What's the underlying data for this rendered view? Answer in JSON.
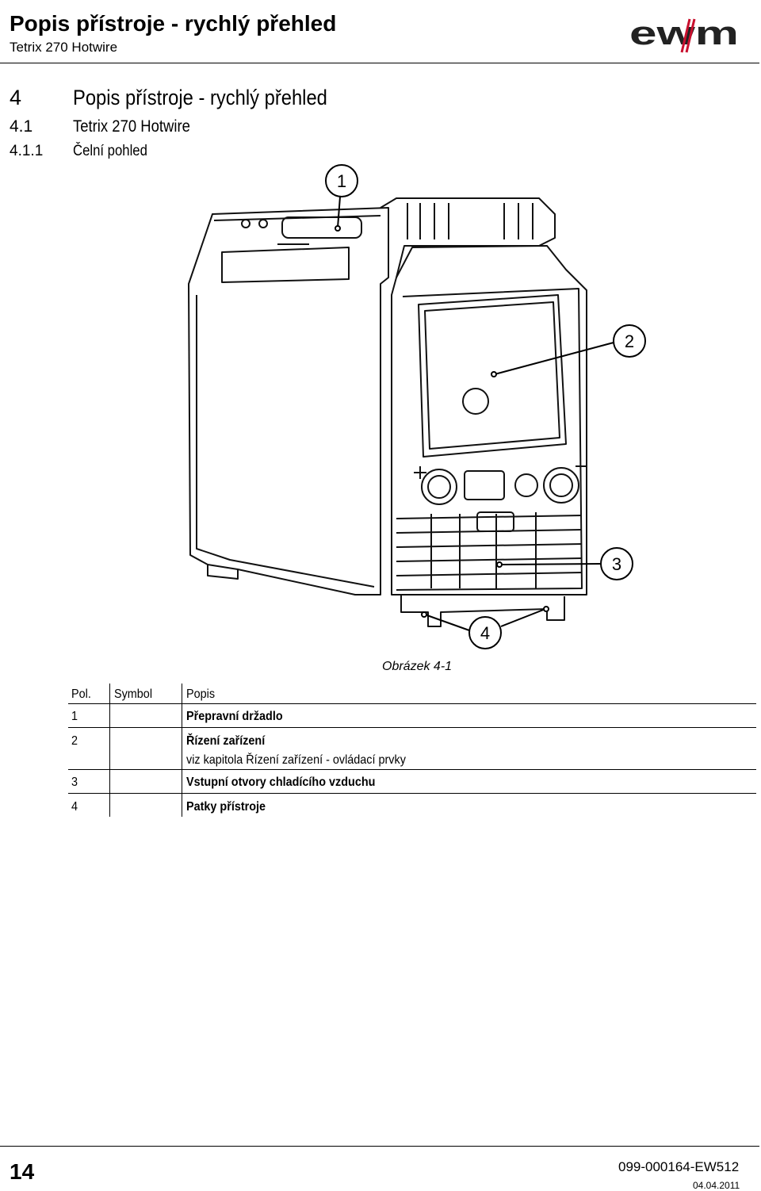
{
  "header": {
    "title": "Popis přístroje - rychlý přehled",
    "subtitle": "Tetrix 270 Hotwire",
    "logo_text": "ewm"
  },
  "sections": {
    "h1": {
      "number": "4",
      "title": "Popis přístroje - rychlý přehled"
    },
    "h2": {
      "number": "4.1",
      "title": "Tetrix 270 Hotwire"
    },
    "h3": {
      "number": "4.1.1",
      "title": "Čelní pohled"
    }
  },
  "figure": {
    "callouts": [
      "1",
      "2",
      "3",
      "4"
    ],
    "caption": "Obrázek 4-1"
  },
  "table": {
    "headers": {
      "pos": "Pol.",
      "symbol": "Symbol",
      "desc": "Popis"
    },
    "rows": [
      {
        "pos": "1",
        "symbol": "",
        "desc": "Přepravní držadlo",
        "note": ""
      },
      {
        "pos": "2",
        "symbol": "",
        "desc": "Řízení zařízení",
        "note": "viz kapitola Řízení zařízení - ovládací prvky"
      },
      {
        "pos": "3",
        "symbol": "",
        "desc": "Vstupní otvory chladícího vzduchu",
        "note": ""
      },
      {
        "pos": "4",
        "symbol": "",
        "desc": "Patky přístroje",
        "note": ""
      }
    ]
  },
  "footer": {
    "page_number": "14",
    "doc_id": "099-000164-EW512",
    "date": "04.04.2011"
  }
}
